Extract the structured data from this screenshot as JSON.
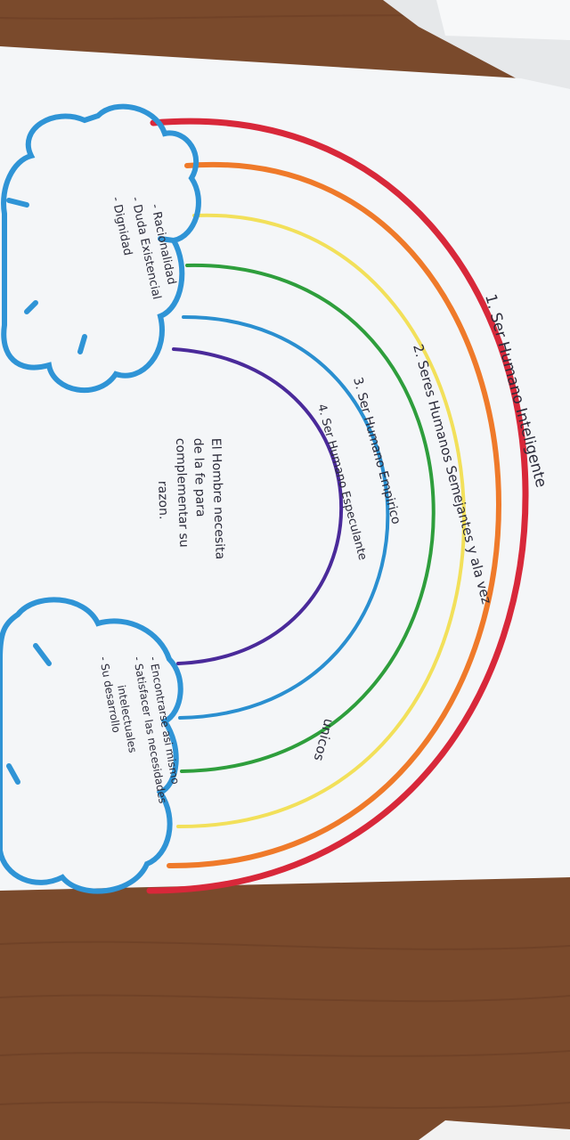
{
  "colors": {
    "table": "#7a4a2c",
    "paper": "#f4f6f8",
    "red": "#d8283a",
    "orange": "#ef7a2a",
    "yellow": "#f2e05a",
    "green": "#2e9e3c",
    "blue": "#2a8fd0",
    "purple": "#4a2a9a",
    "cloud": "#2f94d6",
    "ink": "#2b2b3a"
  },
  "arcs": {
    "one": "1. Ser Humano Inteligente",
    "two_a": "2. Seres Humanos Semejantes y ala vez",
    "two_b": "unicos",
    "three": "3. Ser Humano Empirico",
    "four": "4. Ser Humano Especulante"
  },
  "center_text": {
    "line1": "El Hombre necesita",
    "line2": "de la fe para",
    "line3": "complementar su",
    "line4": "razon."
  },
  "left_cloud": {
    "items": [
      "- Racionalidad",
      "- Duda Existencial",
      "- Dignidad"
    ]
  },
  "right_cloud": {
    "items": [
      "- Encontrarse asi mismo",
      "- Satisfacer las necesidades",
      "  intelectuales",
      "- Su   desarrollo"
    ]
  }
}
